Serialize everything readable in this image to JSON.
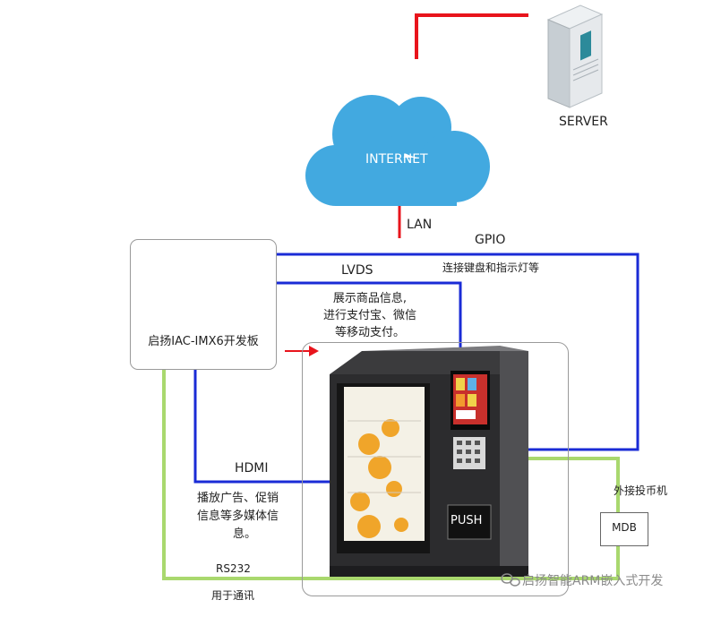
{
  "nodes": {
    "server": "SERVER",
    "internet": "INTERNET",
    "board": "启扬IAC-IMX6开发板",
    "mdb": "MDB",
    "push_button": "PUSH"
  },
  "connections": {
    "lan": "LAN",
    "gpio": "GPIO",
    "gpio_desc": "连接键盘和指示灯等",
    "lvds": "LVDS",
    "lvds_desc": [
      "展示商品信息,",
      "进行支付宝、微信",
      "等移动支付。"
    ],
    "hdmi": "HDMI",
    "hdmi_desc": [
      "播放广告、促销",
      "信息等多媒体信",
      "息。"
    ],
    "rs232": "RS232",
    "rs232_desc": "用于通讯",
    "coin": "外接投币机"
  },
  "watermark": "启扬智能ARM嵌入式开发",
  "colors": {
    "lan_line": "#e8141c",
    "bus_line": "#1a2bd6",
    "serial_line": "#a9d86e",
    "cloud": "#42a9e0",
    "arrow": "#e8141c"
  }
}
